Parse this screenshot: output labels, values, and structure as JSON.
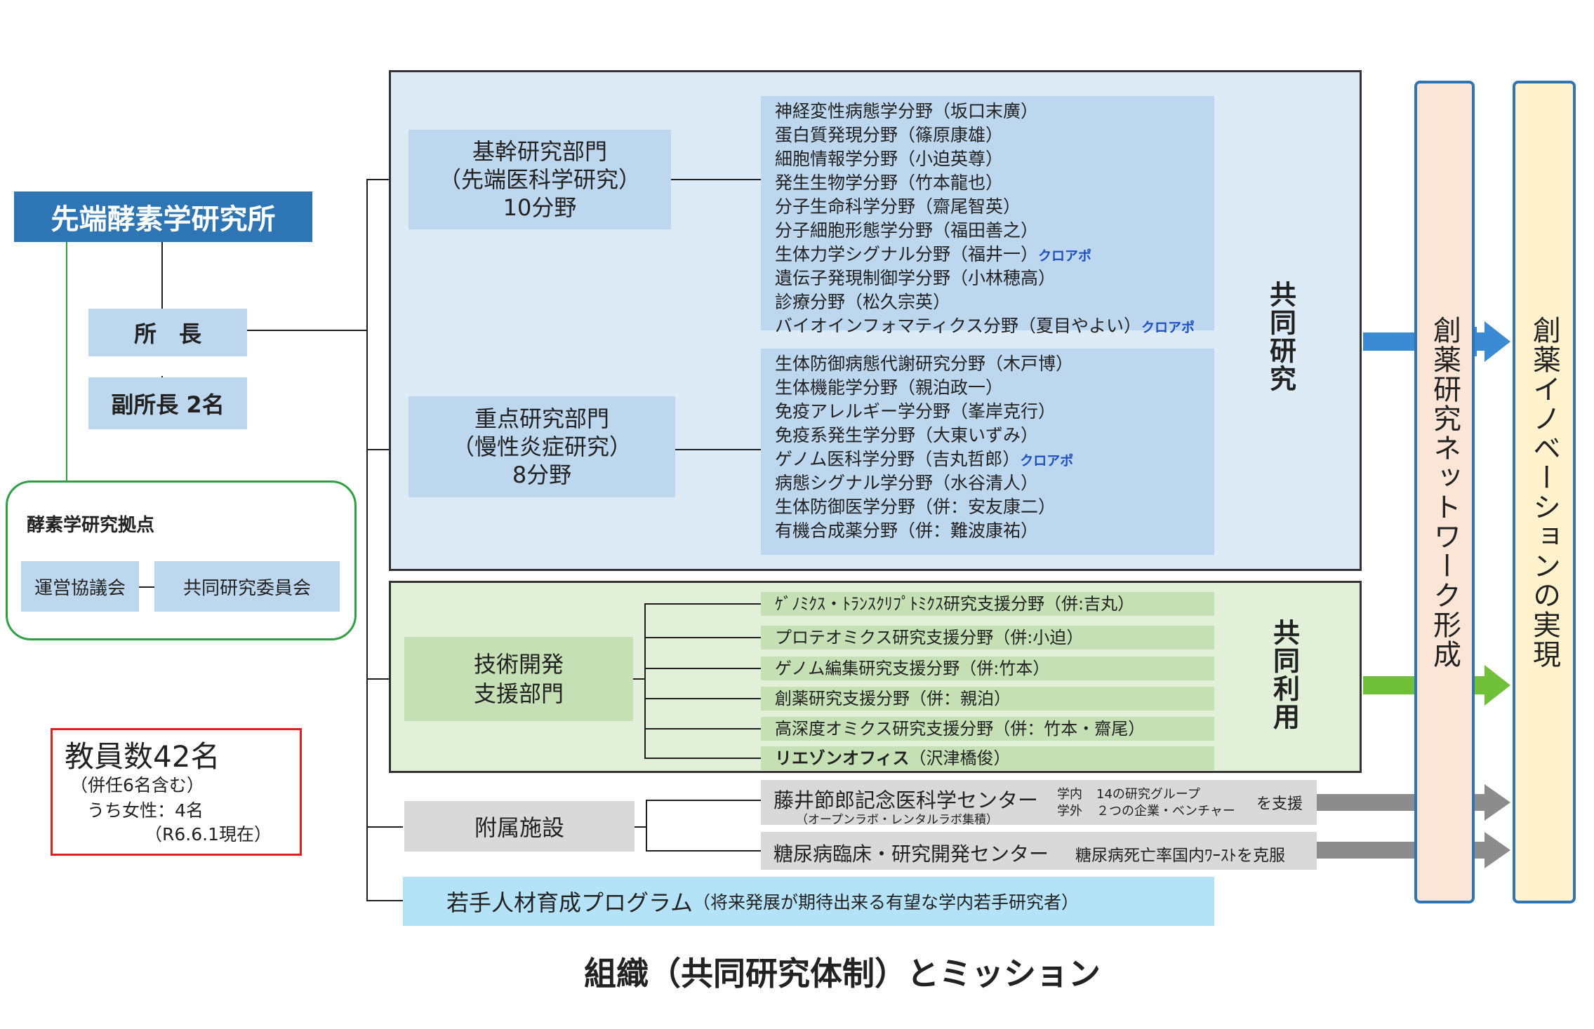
{
  "institute": {
    "name": "先端酵素学研究所",
    "director": "所　長",
    "vice_director": "副所長 2名"
  },
  "base": {
    "title": "酵素学研究拠点",
    "committees": [
      "運営協議会",
      "共同研究委員会"
    ]
  },
  "faculty": {
    "line1": "教員数42名",
    "line2": "（併任6名含む）",
    "line3": "うち女性：4名",
    "line4": "（R6.6.1現在）"
  },
  "kikan": {
    "line1": "基幹研究部門",
    "line2": "（先端医科学研究）",
    "line3": "10分野",
    "fields": [
      {
        "text": "神経変性病態学分野（坂口末廣）",
        "tag": ""
      },
      {
        "text": "蛋白質発現分野（篠原康雄）",
        "tag": ""
      },
      {
        "text": "細胞情報学分野（小迫英尊）",
        "tag": ""
      },
      {
        "text": "発生生物学分野（竹本龍也）",
        "tag": ""
      },
      {
        "text": "分子生命科学分野（齋尾智英）",
        "tag": ""
      },
      {
        "text": "分子細胞形態学分野（福田善之）",
        "tag": ""
      },
      {
        "text": "生体力学シグナル分野（福井一）",
        "tag": "クロアポ"
      },
      {
        "text": "遺伝子発現制御学分野（小林穂高）",
        "tag": ""
      },
      {
        "text": "診療分野（松久宗英）",
        "tag": ""
      },
      {
        "text": "バイオインフォマティクス分野（夏目やよい）",
        "tag": "クロアポ"
      }
    ]
  },
  "juten": {
    "line1": "重点研究部門",
    "line2": "（慢性炎症研究）",
    "line3": "8分野",
    "fields": [
      {
        "text": "生体防御病態代謝研究分野（木戸博）",
        "tag": ""
      },
      {
        "text": "生体機能学分野（親泊政一）",
        "tag": ""
      },
      {
        "text": "免疫アレルギー学分野（峯岸克行）",
        "tag": ""
      },
      {
        "text": "免疫系発生学分野（大東いずみ）",
        "tag": ""
      },
      {
        "text": "ゲノム医科学分野（吉丸哲郎）",
        "tag": "クロアポ"
      },
      {
        "text": "病態シグナル学分野（水谷清人）",
        "tag": ""
      },
      {
        "text": "生体防御医学分野（併：安友康二）",
        "tag": ""
      },
      {
        "text": "有機合成薬分野（併：難波康祐）",
        "tag": ""
      }
    ]
  },
  "joint_research": "共同研究",
  "tech": {
    "line1": "技術開発",
    "line2": "支援部門",
    "fields": [
      {
        "text": "ｹﾞﾉﾐｸｽ・ﾄﾗﾝｽｸﾘﾌﾟﾄﾐｸｽ研究支援分野（併:吉丸）",
        "bold": ""
      },
      {
        "text": "プロテオミクス研究支援分野（併:小迫）",
        "bold": ""
      },
      {
        "text": "ゲノム編集研究支援分野（併:竹本）",
        "bold": ""
      },
      {
        "text": "創薬研究支援分野（併：親泊）",
        "bold": ""
      },
      {
        "text": "高深度オミクス研究支援分野（併：竹本・齋尾）",
        "bold": ""
      },
      {
        "text": "（沢津橋俊）",
        "bold": "リエゾンオフィス"
      }
    ]
  },
  "joint_use": "共同利用",
  "facility": {
    "label": "附属施設",
    "fujii": {
      "name": "藤井節郎記念医科学センター",
      "sub": "（オープンラボ・レンタルラボ集積）",
      "in_label": "学内",
      "in_text": "14の研究グループ",
      "out_label": "学外",
      "out_text": "２つの企業・ベンチャー",
      "support": "を支援"
    },
    "diabetes": {
      "name": "糖尿病臨床・研究開発センター",
      "note": "糖尿病死亡率国内ﾜｰｽﾄを克服"
    }
  },
  "young": {
    "main": "若手人材育成プログラム",
    "sub": "（将来発展が期待出来る有望な学内若手研究者）"
  },
  "network": "創薬研究ネットワーク形成",
  "innovation": "創薬イノベーションの実現",
  "caption": "組織（共同研究体制）とミッション",
  "colors": {
    "title_blue": "#2e75b6",
    "research_bg": "#ddebf7",
    "use_bg": "#e2f0d9",
    "network_bg": "#fbe5d6",
    "innovation_bg": "#fff2cc",
    "arrow_blue": "#3b8bd4",
    "arrow_green": "#70c03a",
    "arrow_gray": "#8c8c8c",
    "base_border": "#2ea043",
    "faculty_border": "#e02020"
  }
}
